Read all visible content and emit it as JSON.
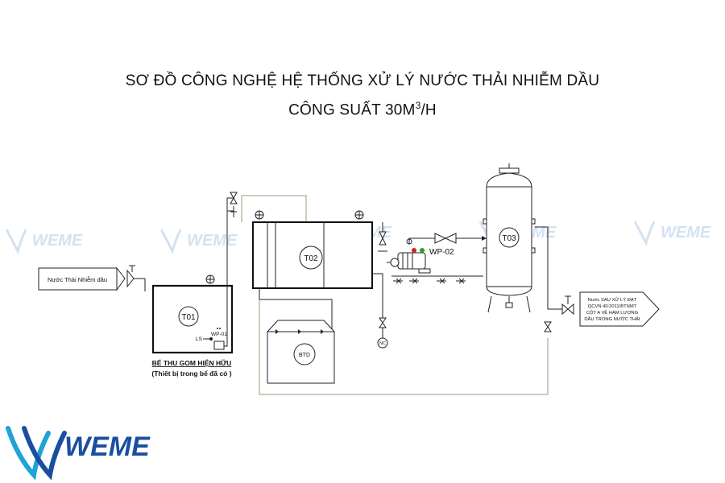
{
  "title": {
    "line1": "SƠ ĐỒ CÔNG NGHỆ HỆ THỐNG XỬ LÝ NƯỚC THẢI NHIỄM DẦU",
    "line2_prefix": "CÔNG SUẤT  30M",
    "line2_sup": "3",
    "line2_suffix": "/H"
  },
  "inlet_label": "Nước Thải Nhiễm dầu",
  "tanks": {
    "t01": "T01",
    "t02": "T02",
    "t03": "T03",
    "btd": "BTD"
  },
  "t01_equipment": {
    "ls": "LS",
    "pump": "WP-01"
  },
  "t01_caption": {
    "line1": "BỂ THU GOM HIỆN HỮU",
    "line2": "(Thiết bị trong bể đã có )"
  },
  "pump_wp02": "WP-02",
  "nc_valve": "NC",
  "outlet": {
    "line1": "Nước SAU XỬ LÝ ĐẠT",
    "line2": "QCVN 40:2011/BTNMT",
    "line3": "CỘT A VỀ HÀM LƯỢNG",
    "line4": "DẦU TRONG NƯỚC THẢI"
  },
  "brand": {
    "logo_text": "WEME",
    "watermark_text": "WEME"
  },
  "colors": {
    "line": "#222222",
    "pipe_return": "#9a9a7a",
    "brand_blue": "#1a4fa0",
    "brand_teal": "#1fa2d8",
    "watermark": "#c9d9ee",
    "indicator_red": "#d42020",
    "indicator_green": "#2aa02a"
  }
}
